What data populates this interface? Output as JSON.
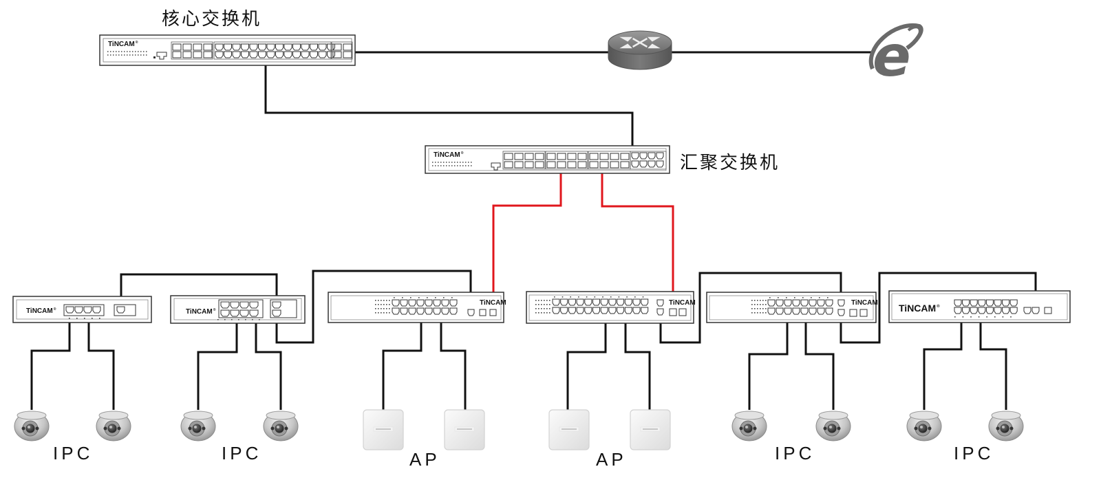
{
  "labels": {
    "core_switch": "核心交换机",
    "aggregation_switch": "汇聚交换机",
    "group_1": "IPC",
    "group_2": "IPC",
    "group_3": "AP",
    "group_4": "AP",
    "group_5": "IPC",
    "group_6": "IPC"
  },
  "brand": "TiNCAM",
  "device_brand_small": "TiNCAM",
  "registered_mark": "®",
  "colors": {
    "line": "#111111",
    "uplink": "#e0161c",
    "device_outline": "#333333",
    "router": "#6d6d6d",
    "ie_logo": "#6a6a6a",
    "camera": "#b9b9b9",
    "ap": "#ededed"
  },
  "icons": [
    "router-icon",
    "internet-explorer-icon",
    "ip-camera-icon",
    "access-point-icon",
    "network-switch-icon"
  ]
}
